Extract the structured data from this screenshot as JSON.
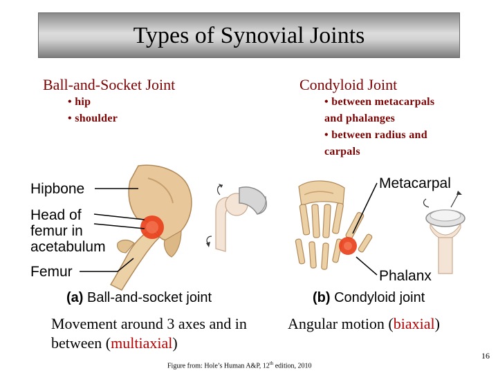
{
  "slide": {
    "title": "Types of Synovial Joints",
    "page_number": "16"
  },
  "left": {
    "heading": "Ball-and-Socket Joint",
    "bullets": [
      "• hip",
      "• shoulder"
    ],
    "figure_labels": {
      "hipbone": "Hipbone",
      "head_line1": "Head of",
      "head_line2": "femur in",
      "head_line3": "acetabulum",
      "femur": "Femur"
    },
    "caption_letter": "(a)",
    "caption_text": "Ball-and-socket joint",
    "description_pre": "Movement around 3 axes and in",
    "description_line2_pre": "between (",
    "description_highlight": "multiaxial",
    "description_post": ")"
  },
  "right": {
    "heading": "Condyloid Joint",
    "bullets": [
      "• between metacarpals",
      "and phalanges",
      "• between radius and",
      "carpals"
    ],
    "figure_labels": {
      "metacarpal": "Metacarpal",
      "phalanx": "Phalanx"
    },
    "caption_letter": "(b)",
    "caption_text": "Condyloid joint",
    "description_pre": "Angular motion (",
    "description_highlight": "biaxial",
    "description_post": ")"
  },
  "footer": {
    "text_pre": "Figure from: Hole’s Human A&P, 12",
    "sup": "th",
    "text_post": " edition, 2010"
  },
  "colors": {
    "heading": "#7b0000",
    "highlight": "#b30000",
    "bone": "#e8c79a",
    "joint": "#e8401c"
  }
}
